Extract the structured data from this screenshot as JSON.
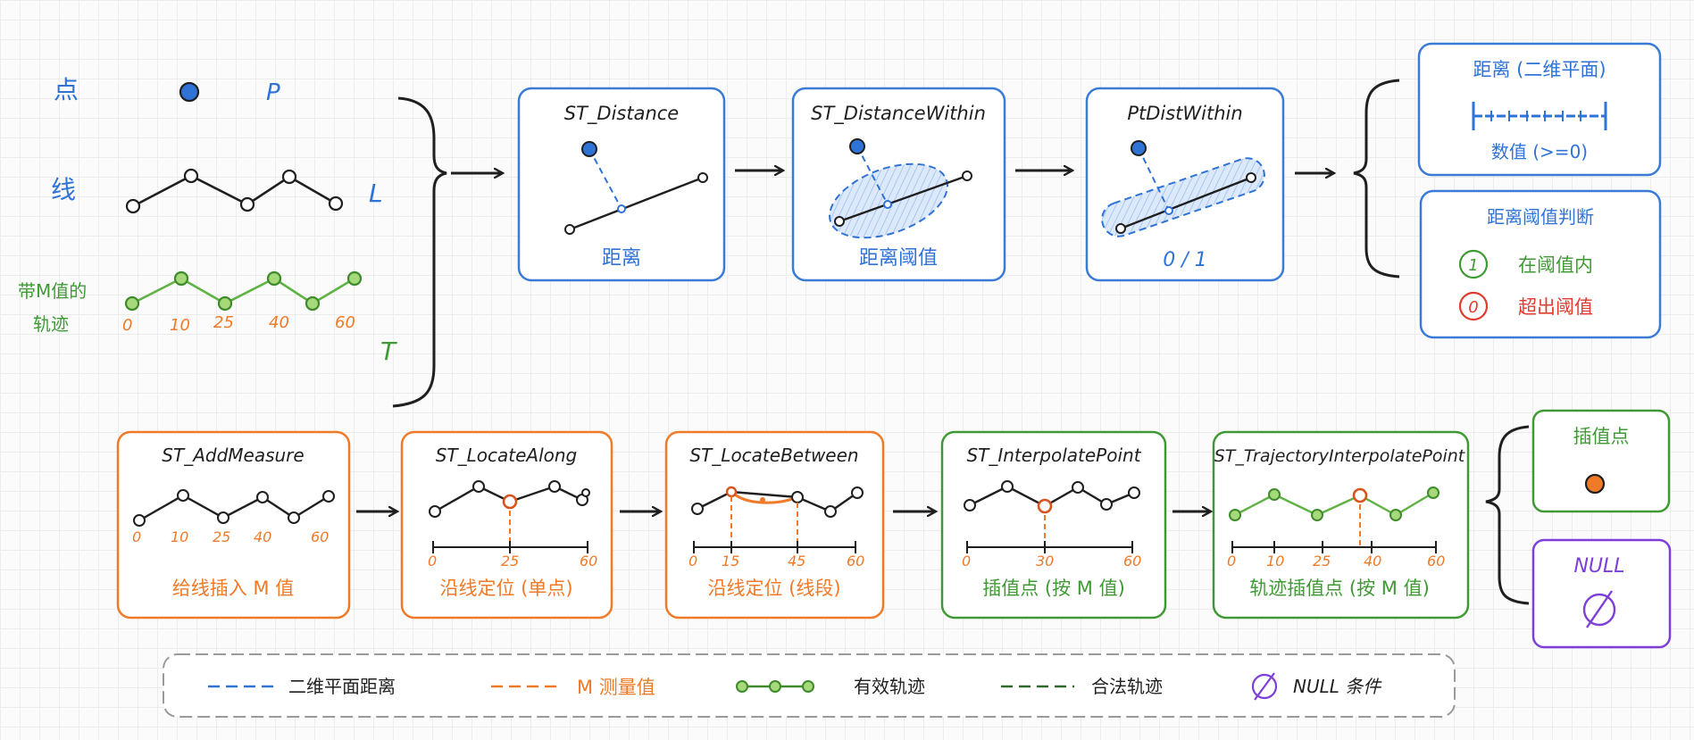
{
  "colors": {
    "blue": "#2f73d6",
    "orange": "#f07a28",
    "green": "#3f9a35",
    "red": "#e23a2e",
    "purple": "#7d3fd8",
    "gray": "#9a9a9a",
    "ink": "#1f1f1f"
  },
  "inputs": {
    "point": {
      "label": "点",
      "symbol": "P"
    },
    "line": {
      "label": "线",
      "symbol": "L"
    },
    "trajectory": {
      "label_line1": "带M值的",
      "label_line2": "轨迹",
      "symbol": "T",
      "m_values": [
        "0",
        "10",
        "25",
        "40",
        "60"
      ]
    }
  },
  "top_flow": [
    {
      "title": "ST_Distance",
      "caption": "距离"
    },
    {
      "title": "ST_DistanceWithin",
      "caption": "距离阈值"
    },
    {
      "title": "PtDistWithin",
      "caption": "0 / 1"
    }
  ],
  "top_outputs": {
    "distance": {
      "title": "距离 (二维平面)",
      "caption": "数值 (>=0)"
    },
    "threshold": {
      "title": "距离阈值判断",
      "inside_symbol": "1",
      "inside_label": "在阈值内",
      "outside_symbol": "0",
      "outside_label": "超出阈值"
    }
  },
  "bottom_flow": [
    {
      "title": "ST_AddMeasure",
      "caption": "给线插入 M 值",
      "ticks": [
        "0",
        "10",
        "25",
        "40",
        "60"
      ]
    },
    {
      "title": "ST_LocateAlong",
      "caption": "沿线定位 (单点)",
      "ticks": [
        "0",
        "25",
        "60"
      ]
    },
    {
      "title": "ST_LocateBetween",
      "caption": "沿线定位 (线段)",
      "ticks": [
        "0",
        "15",
        "45",
        "60"
      ]
    },
    {
      "title": "ST_InterpolatePoint",
      "caption": "插值点 (按 M 值)",
      "ticks": [
        "0",
        "30",
        "60"
      ]
    },
    {
      "title": "ST_TrajectoryInterpolatePoint",
      "caption": "轨迹插值点 (按 M 值)",
      "ticks": [
        "0",
        "10",
        "25",
        "40",
        "60"
      ]
    }
  ],
  "bottom_outputs": {
    "interp": {
      "title": "插值点"
    },
    "null": {
      "title": "NULL"
    }
  },
  "legend": [
    {
      "label": "二维平面距离",
      "icon": "blue-dashed-line"
    },
    {
      "label": "M 测量值",
      "icon": "orange-dashed-line"
    },
    {
      "label": "有效轨迹",
      "icon": "green-dot-line"
    },
    {
      "label": "合法轨迹",
      "icon": "green-dashed-line"
    },
    {
      "label": "NULL 条件",
      "icon": "empty-set-icon"
    }
  ]
}
